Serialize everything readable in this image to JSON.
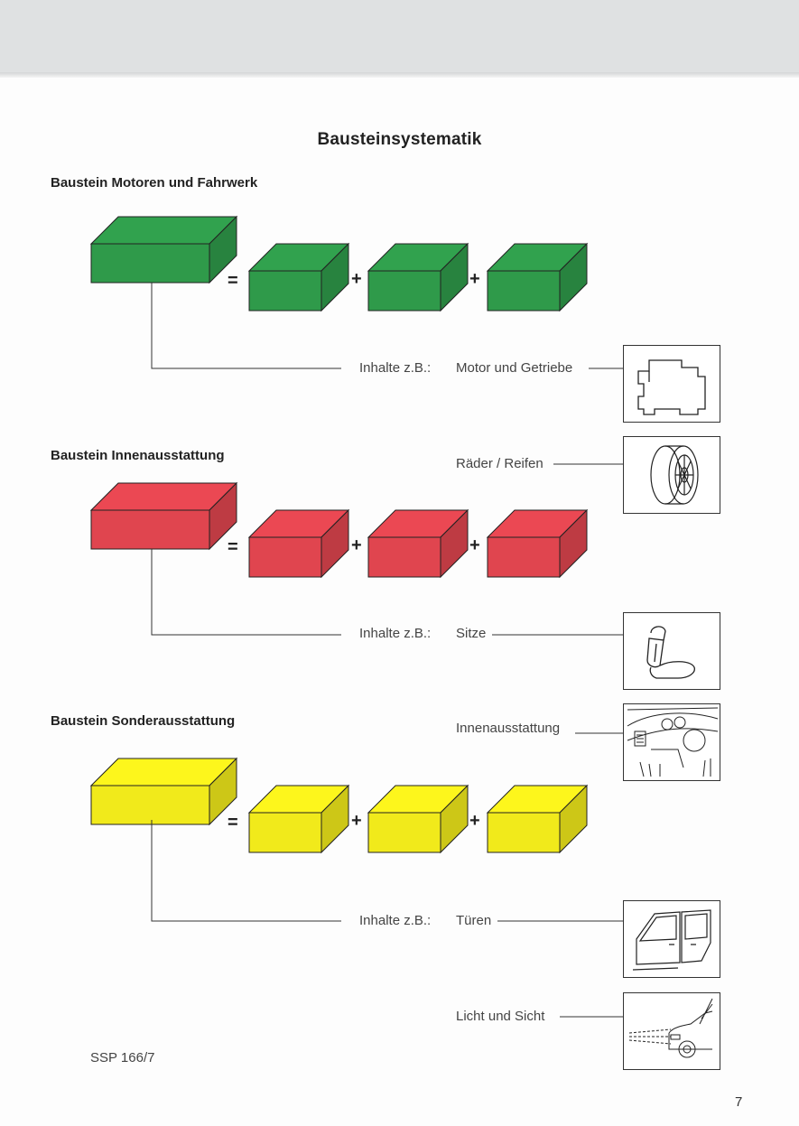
{
  "page": {
    "title": "Bausteinsystematik",
    "page_number": "7",
    "reference": "SSP 166/7"
  },
  "sections": [
    {
      "heading": "Baustein Motoren und Fahrwerk",
      "color": "#2f9a4a",
      "contents_label": "Inhalte z.B.:",
      "items": [
        "Motor und Getriebe",
        "Räder / Reifen"
      ]
    },
    {
      "heading": "Baustein Innenausstattung",
      "color": "#e0454f",
      "contents_label": "Inhalte z.B.:",
      "items": [
        "Sitze",
        "Innenausstattung"
      ]
    },
    {
      "heading": "Baustein Sonderausstattung",
      "color": "#f1ea1b",
      "contents_label": "Inhalte z.B.:",
      "items": [
        "Türen",
        "Licht und Sicht"
      ]
    }
  ],
  "operators": {
    "equals": "=",
    "plus": "+"
  },
  "icons": [
    "engine-icon",
    "wheel-icon",
    "seat-icon",
    "dashboard-icon",
    "car-doors-icon",
    "headlight-icon"
  ]
}
